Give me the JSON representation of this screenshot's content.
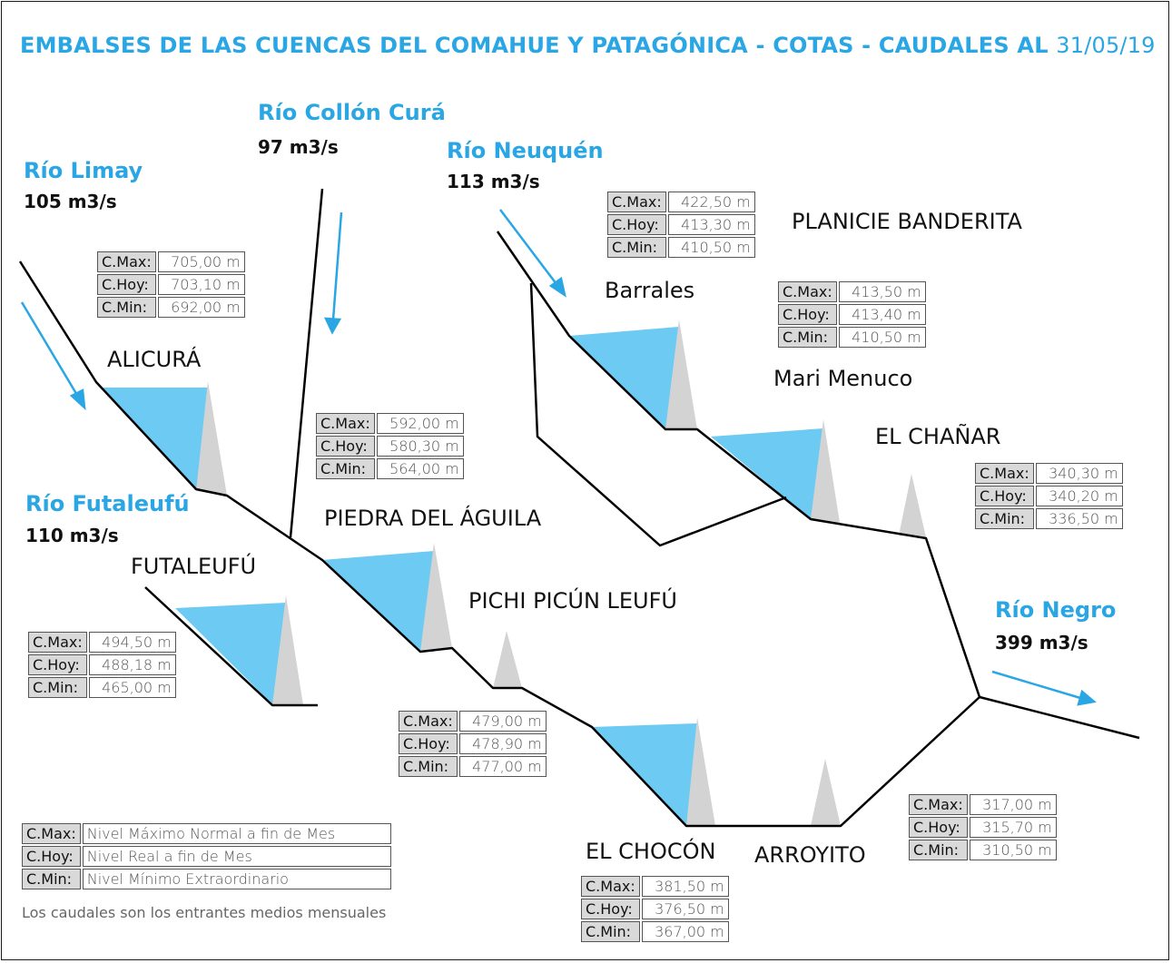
{
  "title": {
    "text": "EMBALSES DE LAS CUENCAS DEL COMAHUE  Y PATAGÓNICA - COTAS - CAUDALES AL",
    "date": "31/05/19"
  },
  "rivers": {
    "limay": {
      "name": "Río Limay",
      "flow": "105 m3/s"
    },
    "collon": {
      "name": "Río Collón Curá",
      "flow": "97 m3/s"
    },
    "neuquen": {
      "name": "Río Neuquén",
      "flow": "113 m3/s"
    },
    "futa": {
      "name": "Río Futaleufú",
      "flow": "110 m3/s"
    },
    "negro": {
      "name": "Río Negro",
      "flow": "399 m3/s"
    }
  },
  "dams": {
    "alicura": {
      "name": "ALICURÁ",
      "cmax": "705,00 m",
      "choy": "703,10 m",
      "cmin": "692,00 m"
    },
    "piedra": {
      "name": "PIEDRA DEL ÁGUILA",
      "cmax": "592,00 m",
      "choy": "580,30 m",
      "cmin": "564,00 m"
    },
    "futa": {
      "name": "FUTALEUFÚ",
      "cmax": "494,50 m",
      "choy": "488,18 m",
      "cmin": "465,00 m"
    },
    "pichi": {
      "name": "PICHI PICÚN LEUFÚ",
      "cmax": "479,00 m",
      "choy": "478,90 m",
      "cmin": "477,00 m"
    },
    "chocon": {
      "name": "EL CHOCÓN",
      "cmax": "381,50 m",
      "choy": "376,50 m",
      "cmin": "367,00 m"
    },
    "arroyito": {
      "name": "ARROYITO",
      "cmax": "317,00 m",
      "choy": "315,70 m",
      "cmin": "310,50 m"
    },
    "planicie": {
      "name": "PLANICIE BANDERITA",
      "cmax": "422,50 m",
      "choy": "413,30 m",
      "cmin": "410,50 m"
    },
    "barrales": {
      "name": "Barrales"
    },
    "marimenuco": {
      "name": "Mari Menuco",
      "cmax": "413,50 m",
      "choy": "413,40 m",
      "cmin": "410,50 m"
    },
    "chanar": {
      "name": "EL CHAÑAR",
      "cmax": "340,30 m",
      "choy": "340,20 m",
      "cmin": "336,50 m"
    }
  },
  "keys": {
    "cmax": "C.Max:",
    "choy": "C.Hoy:",
    "cmin": "C.Min:"
  },
  "legend": {
    "cmax": "Nivel Máximo Normal a fin de Mes",
    "choy": "Nivel Real a fin de Mes",
    "cmin": "Nivel Mínimo Extraordinario",
    "note": "Los caudales son los entrantes medios mensuales"
  },
  "colors": {
    "water": "#6dcbf3",
    "dam": "#d3d3d3",
    "accent": "#29a6e3"
  }
}
